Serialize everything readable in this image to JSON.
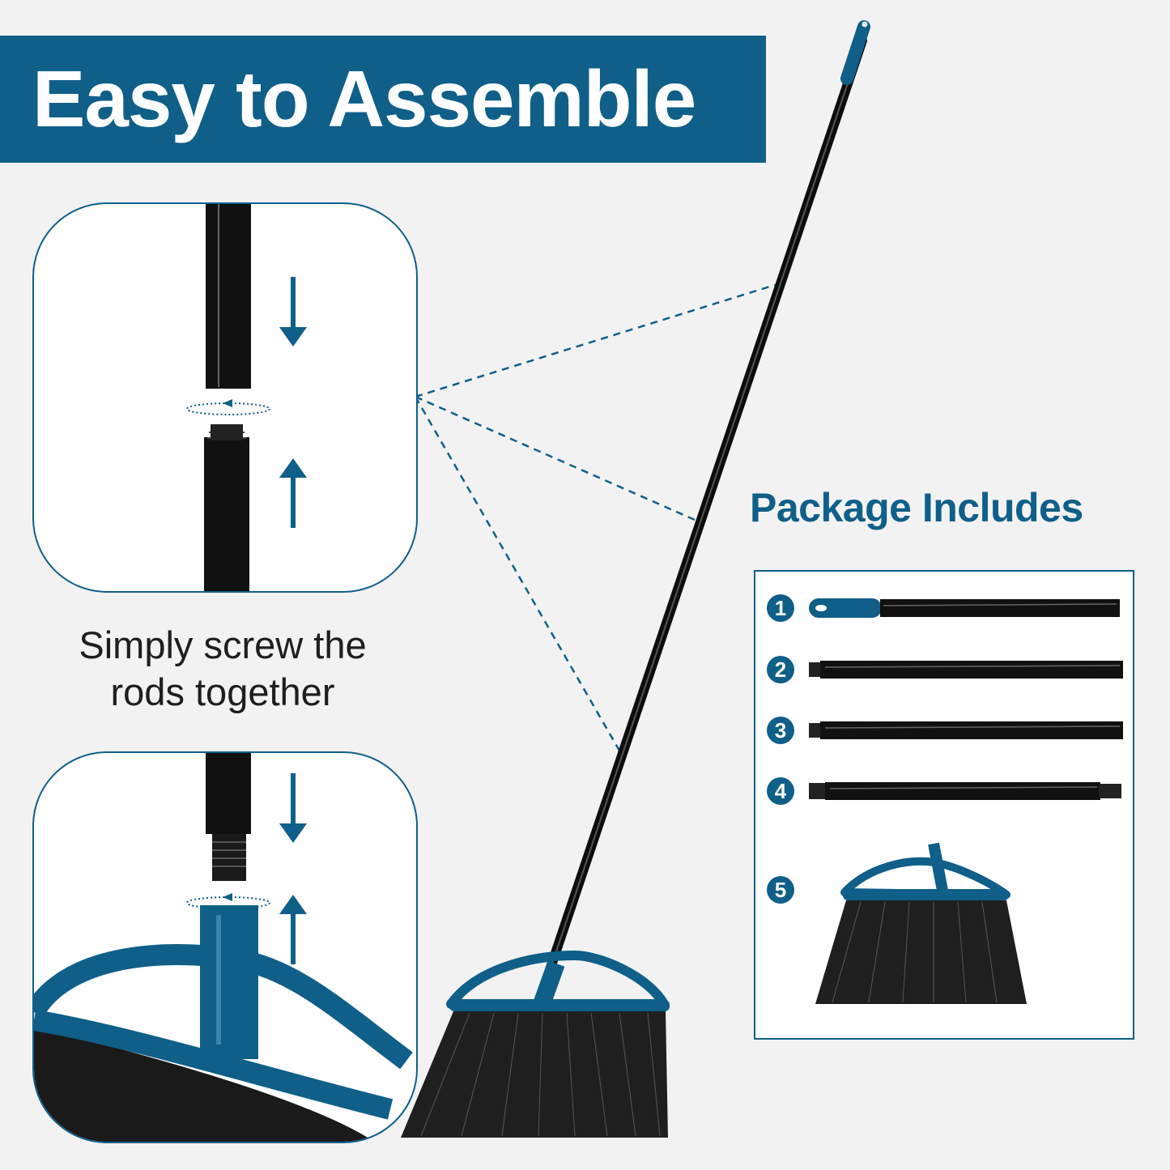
{
  "banner": {
    "title": "Easy to Assemble",
    "color": "#0f5f89"
  },
  "assembly": {
    "caption_line1": "Simply screw the",
    "caption_line2": "rods together",
    "steps": [
      {
        "panel": "rod-to-rod",
        "arrows": [
          "arrow-down-icon",
          "rotate-icon",
          "arrow-up-icon"
        ]
      },
      {
        "panel": "rod-to-broom-head",
        "arrows": [
          "arrow-down-icon",
          "rotate-icon",
          "arrow-up-icon"
        ]
      }
    ]
  },
  "package": {
    "title": "Package Includes",
    "items": [
      {
        "number": "1",
        "name": "Handle rod with hanging cap"
      },
      {
        "number": "2",
        "name": "Extension rod"
      },
      {
        "number": "3",
        "name": "Extension rod"
      },
      {
        "number": "4",
        "name": "Threaded rod"
      },
      {
        "number": "5",
        "name": "Broom head"
      }
    ]
  },
  "colors": {
    "background": "#f2f2f2",
    "brand_blue": "#0f5f89",
    "rod": "#111111",
    "bristles": "#1f1f1f"
  }
}
